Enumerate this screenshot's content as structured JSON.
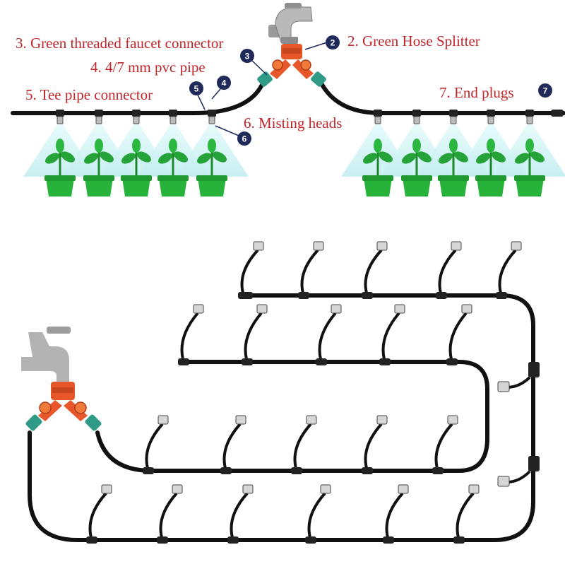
{
  "labels": {
    "faucet_connector": "3.  Green threaded faucet connector",
    "hose_splitter": "2. Green Hose Splitter",
    "pvc_pipe": "4. 4/7 mm pvc pipe",
    "tee_connector": "5. Tee pipe connector",
    "misting_heads": "6. Misting heads",
    "end_plugs": "7. End plugs"
  },
  "badges": {
    "b2": "2",
    "b3": "3",
    "b4": "4",
    "b5": "5",
    "b6": "6",
    "b7": "7"
  },
  "colors": {
    "label_text": "#c0262b",
    "badge_fill": "#1f2a5a",
    "pipe": "#111111",
    "connector_green": "#2f9a86",
    "splitter_orange": "#e8572a",
    "pot_green": "#27b33a",
    "mist": "#c9f0f2",
    "faucet": "#a8a8a8"
  }
}
